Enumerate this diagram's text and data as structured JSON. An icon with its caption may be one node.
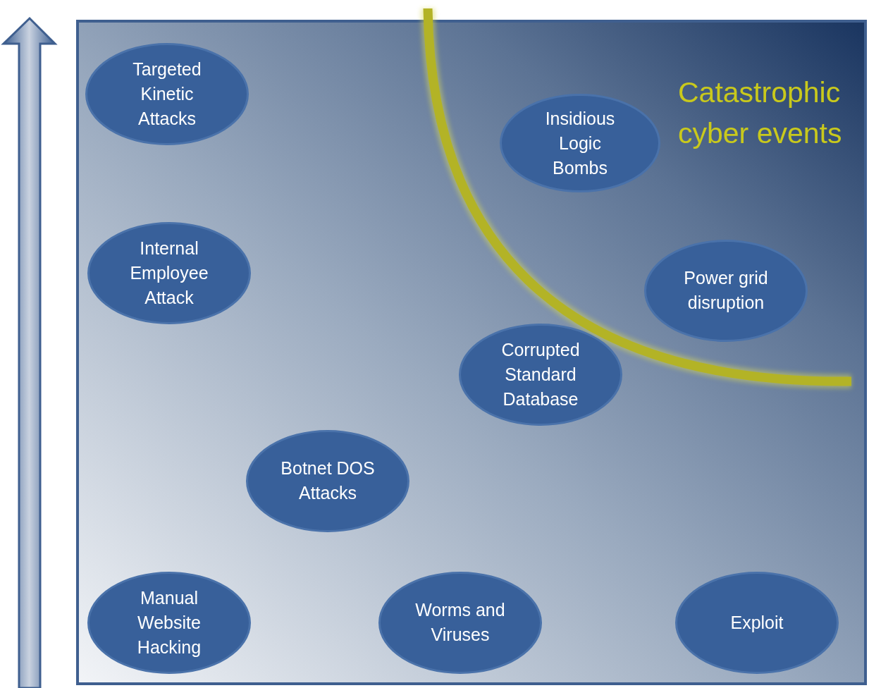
{
  "diagram": {
    "nodes": [
      {
        "text": [
          "Targeted Kinetic Attacks"
        ]
      },
      {
        "text": [
          "Insidious Logic Bombs"
        ]
      },
      {
        "text": [
          "Internal Employee Attack"
        ]
      },
      {
        "text": [
          "Power grid disruption"
        ]
      },
      {
        "text": [
          "Corrupted Standard Database"
        ]
      },
      {
        "text": [
          "Botnet DOS Attacks"
        ]
      },
      {
        "text": [
          "Manual Website Hacking"
        ]
      },
      {
        "text": [
          "Worms and Viruses"
        ]
      },
      {
        "text": [
          "Exploit"
        ]
      }
    ],
    "edges": [],
    "labels": [
      "Catastrophic cyber events"
    ]
  }
}
